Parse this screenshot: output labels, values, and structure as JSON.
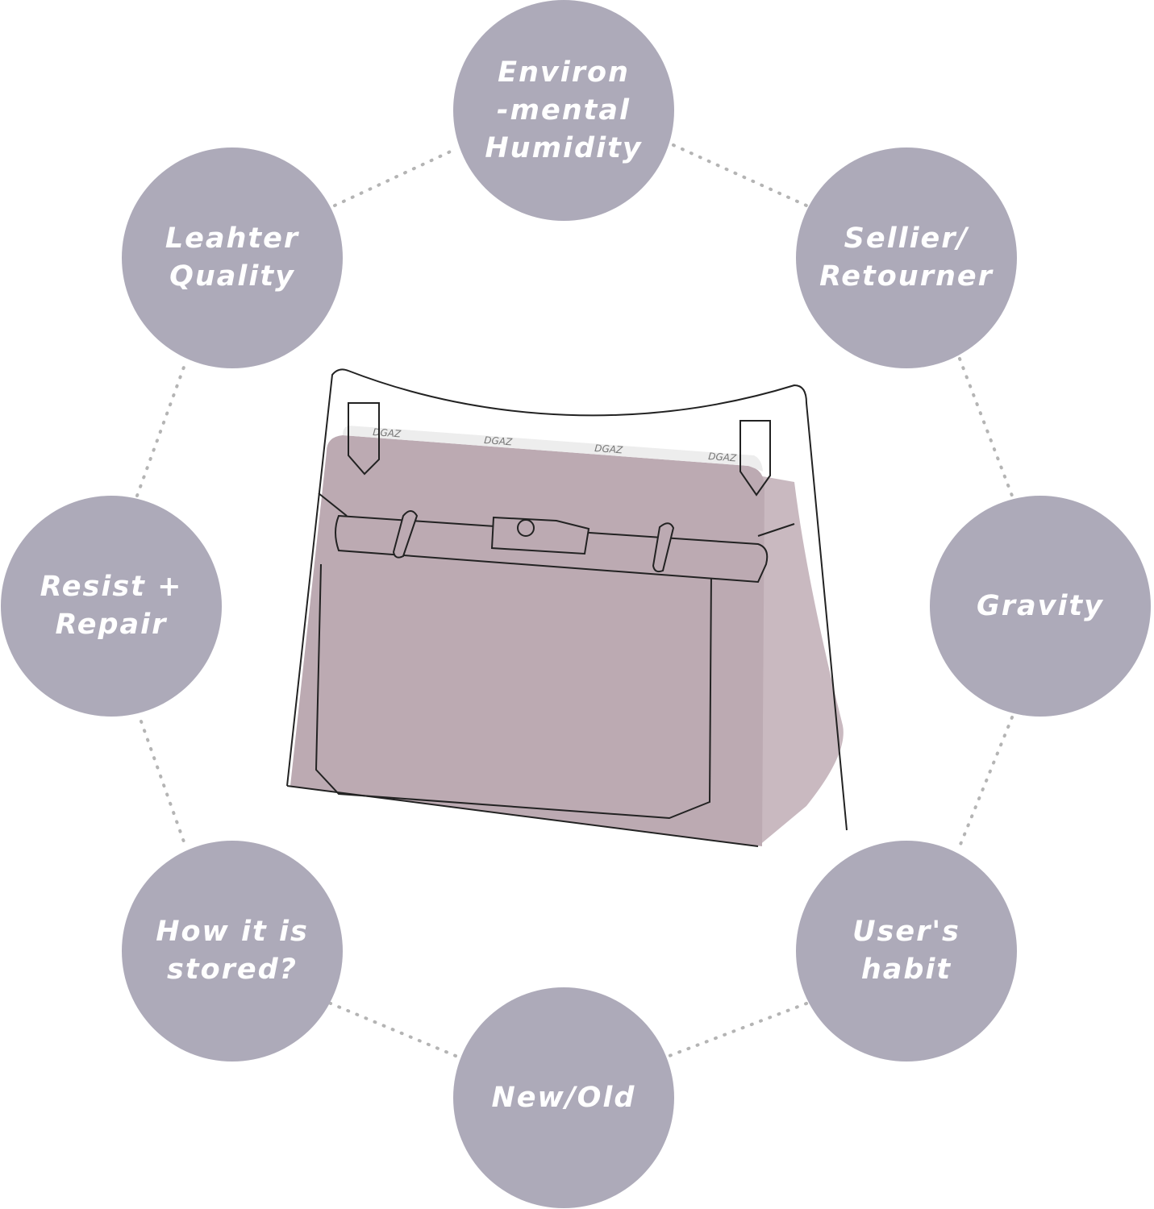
{
  "colors": {
    "bubble": "#adaab9",
    "dots": "#b4b4b4",
    "insert": "#bcaab2",
    "insert_side": "#c9b9c0"
  },
  "factors": [
    {
      "id": "humidity",
      "label": "Environ\n-mental\nHumidity"
    },
    {
      "id": "leather",
      "label": "Leahter\nQuality"
    },
    {
      "id": "sellier",
      "label": "Sellier/\nRetourner"
    },
    {
      "id": "resist",
      "label": "Resist +\nRepair"
    },
    {
      "id": "gravity",
      "label": "Gravity"
    },
    {
      "id": "stored",
      "label": "How it is\nstored?"
    },
    {
      "id": "habit",
      "label": "User's\nhabit"
    },
    {
      "id": "newold",
      "label": "New/Old"
    }
  ],
  "brand": "DGAZ"
}
